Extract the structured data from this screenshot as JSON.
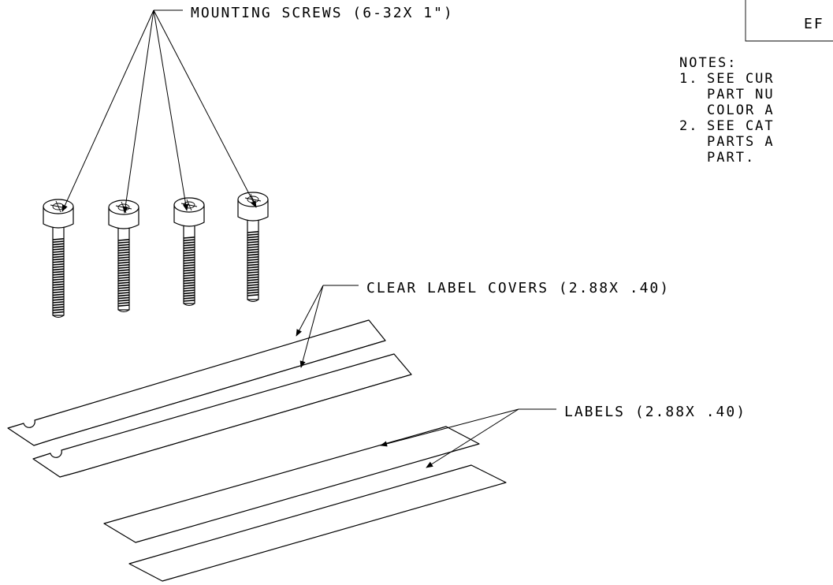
{
  "title_block": {
    "text": "EF"
  },
  "notes": {
    "heading": "NOTES:",
    "items": [
      {
        "num": "1.",
        "lines": [
          "SEE CUR",
          "PART NU",
          "COLOR A"
        ]
      },
      {
        "num": "2.",
        "lines": [
          "SEE CAT",
          "PARTS A",
          "PART."
        ]
      }
    ]
  },
  "callouts": {
    "screws": "MOUNTING SCREWS (6-32X 1\")",
    "covers": "CLEAR LABEL COVERS (2.88X .40)",
    "labels": "LABELS (2.88X .40)"
  }
}
